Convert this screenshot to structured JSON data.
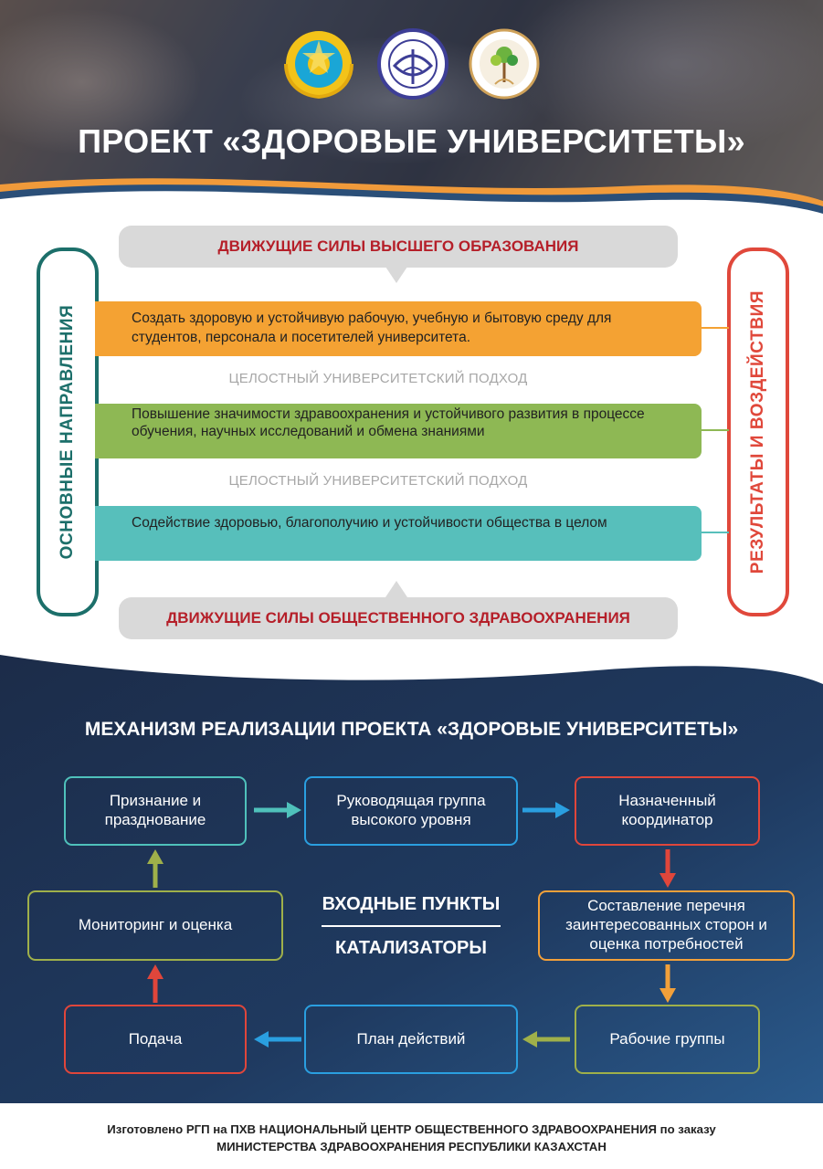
{
  "header": {
    "title": "ПРОЕКТ «ЗДОРОВЫЕ УНИВЕРСИТЕТЫ»",
    "logos": [
      "kazakhstan-emblem-logo",
      "deni-sau-ult-logo",
      "healthy-nation-logo"
    ]
  },
  "top": {
    "driver_higher_ed": "ДВИЖУЩИЕ СИЛЫ ВЫСШЕГО ОБРАЗОВАНИЯ",
    "driver_public_health": "ДВИЖУЩИЕ СИЛЫ ОБЩЕСТВЕННОГО ЗДРАВООХРАНЕНИЯ",
    "left_label": "ОСНОВНЫЕ НАПРАВЛЕНИЯ",
    "right_label": "РЕЗУЛЬТАТЫ И ВОЗДЕЙСТВИЯ",
    "approach_1": "ЦЕЛОСТНЫЙ УНИВЕРСИТЕТСКИЙ ПОДХОД",
    "approach_2": "ЦЕЛОСТНЫЙ УНИВЕРСИТЕТСКИЙ ПОДХОД",
    "bands": [
      {
        "text": "Создать здоровую и устойчивую рабочую, учебную и бытовую среду для студентов, персонала и посетителей университета.",
        "color": "#f4a233"
      },
      {
        "text": "Повышение значимости здравоохранения и устойчивого развития в процессе обучения, научных исследований и обмена знаниями",
        "color": "#8eb854"
      },
      {
        "text": "Содействие здоровью, благополучию и устойчивости общества в целом",
        "color": "#57bfbb"
      }
    ],
    "colors": {
      "left_frame": "#1c6f6a",
      "right_frame": "#e0483b",
      "driver_text": "#b51f29"
    }
  },
  "mechanism": {
    "title": "МЕХАНИЗМ РЕАЛИЗАЦИИ ПРОЕКТА «ЗДОРОВЫЕ УНИВЕРСИТЕТЫ»",
    "center_top": "ВХОДНЫЕ ПУНКТЫ",
    "center_bottom": "КАТАЛИЗАТОРЫ",
    "boxes": {
      "recognition": "Признание и празднование",
      "steering": "Руководящая группа высокого уровня",
      "coordinator": "Назначенный координатор",
      "stakeholders": "Составление перечня заинтересованных сторон и оценка потребностей",
      "working_groups": "Рабочие группы",
      "action_plan": "План действий",
      "submission": "Подача",
      "monitoring": "Мониторинг и оценка"
    },
    "colors": {
      "teal": "#4fc1bb",
      "blue": "#2a9fe0",
      "red": "#e0463b",
      "orange": "#f2a03a",
      "olive": "#9fb04a"
    }
  },
  "footer": {
    "line1": "Изготовлено РГП на ПХВ НАЦИОНАЛЬНЫЙ ЦЕНТР ОБЩЕСТВЕННОГО ЗДРАВООХРАНЕНИЯ по заказу",
    "line2": "МИНИСТЕРСТВА ЗДРАВООХРАНЕНИЯ РЕСПУБЛИКИ КАЗАХСТАН"
  }
}
